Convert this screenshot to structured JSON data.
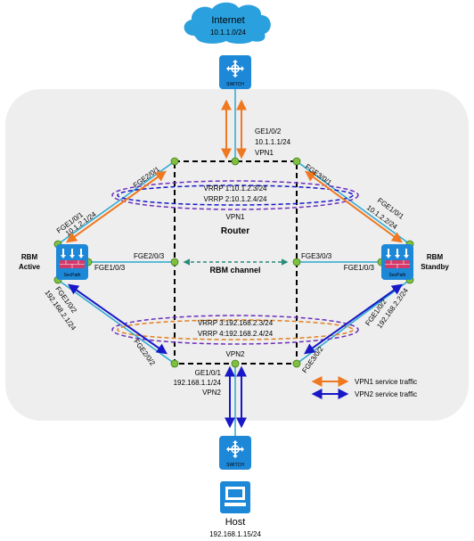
{
  "internet": {
    "title": "Internet",
    "subnet": "10.1.1.0/24"
  },
  "switch_label": "SWITCH",
  "router": {
    "label": "Router",
    "rbm_channel": "RBM channel"
  },
  "top_link": {
    "iface": "GE1/0/2",
    "ip": "10.1.1.1/24",
    "vpn": "VPN1"
  },
  "bottom_link": {
    "iface": "GE1/0/1",
    "ip": "192.168.1.1/24",
    "vpn": "VPN2",
    "vpn_top": "VPN2"
  },
  "vrrp_top": {
    "line1": "VRRP 1:10.1.2.3/24",
    "line2": "VRRP 2:10.1.2.4/24",
    "vpn": "VPN1"
  },
  "vrrp_bottom": {
    "line1": "VRRP 3:192.168.2.3/24",
    "line2": "VRRP 4:192.168.2.4/24"
  },
  "left_fw": {
    "role1": "RBM",
    "role2": "Active",
    "brand": "SecPath",
    "up_iface": "FGE1/0/1",
    "up_ip": "10.1.2.1/24",
    "down_iface": "FGE1/0/2",
    "down_ip": "192.168.2.1/24",
    "rbm_iface": "FGE1/0/3"
  },
  "right_fw": {
    "role1": "RBM",
    "role2": "Standby",
    "brand": "SecPath",
    "up_iface": "FGE1/0/1",
    "up_ip": "10.1.2.2/24",
    "down_iface": "FGE1/0/2",
    "down_ip": "192.168.2.2/24",
    "rbm_iface": "FGE1/0/3"
  },
  "router_ports": {
    "fge201": "FGE2/0/1",
    "fge202": "FGE2/0/2",
    "fge203": "FGE2/0/3",
    "fge301": "FGE3/0/1",
    "fge302": "FGE3/0/2",
    "fge303": "FGE3/0/3"
  },
  "legend": [
    {
      "label": "VPN1 service traffic",
      "color": "#f07820"
    },
    {
      "label": "VPN2 service traffic",
      "color": "#1818c8"
    }
  ],
  "host": {
    "label": "Host",
    "ip": "192.168.1.15/24"
  },
  "colors": {
    "link": "#2aa8d0",
    "node": "#80c040",
    "device": "#1e88d8",
    "cloud": "#2aa0de"
  }
}
